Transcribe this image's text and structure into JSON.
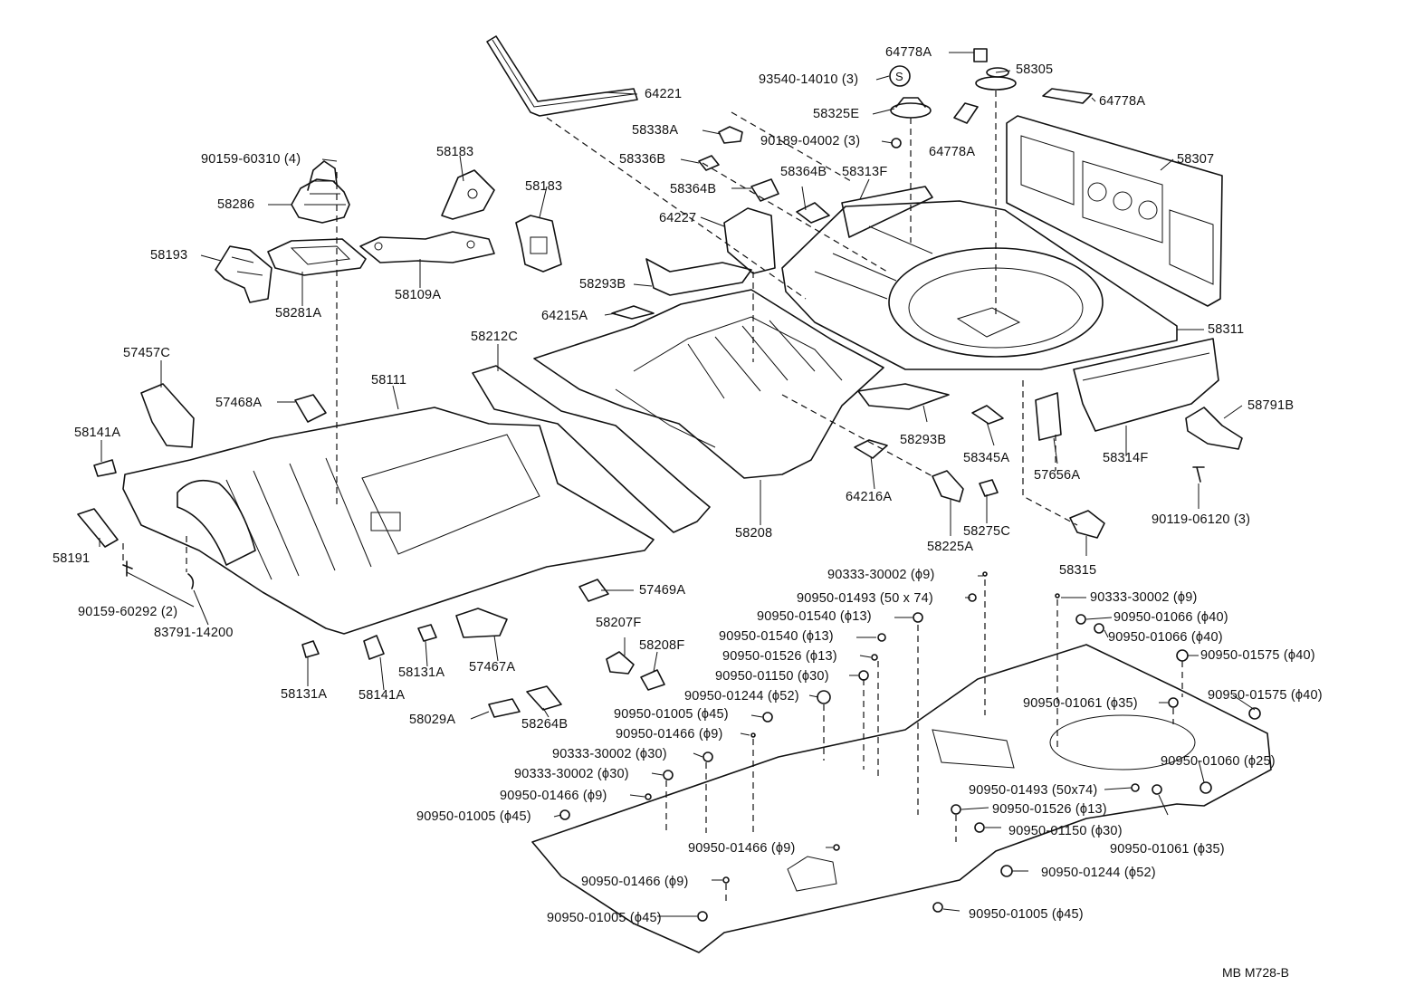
{
  "diagram_code": "MB M728-B",
  "labels": [
    "64778A",
    "58305",
    "93540-14010 (3)",
    "64778A",
    "64221",
    "58325E",
    "64778A",
    "58338A",
    "90189-04002 (3)",
    "58336B",
    "58364B",
    "58313F",
    "58307",
    "58364B",
    "90159-60310 (4)",
    "58183",
    "58286",
    "58183",
    "64227",
    "58293B",
    "58193",
    "58281A",
    "58109A",
    "64215A",
    "58311",
    "58212C",
    "57457C",
    "58111",
    "57468A",
    "58791B",
    "58293B",
    "58345A",
    "58141A",
    "58314F",
    "57656A",
    "64216A",
    "58208",
    "58225A",
    "58275C",
    "90119-06120 (3)",
    "58191",
    "90159-60292 (2)",
    "83791-14200",
    "58315",
    "57469A",
    "90333-30002 (ϕ9)",
    "90950-01493 (50 x 74)",
    "90333-30002 (ϕ9)",
    "58207F",
    "90950-01540 (ϕ13)",
    "90950-01066 (ϕ40)",
    "58208F",
    "90950-01540 (ϕ13)",
    "90950-01066 (ϕ40)",
    "90950-01575 (ϕ40)",
    "57467A",
    "58131A",
    "90950-01526 (ϕ13)",
    "58131A",
    "58141A",
    "90950-01150 (ϕ30)",
    "90950-01575 (ϕ40)",
    "90950-01244 (ϕ52)",
    "90950-01061 (ϕ35)",
    "58029A",
    "58264B",
    "90950-01005 (ϕ45)",
    "90950-01466 (ϕ9)",
    "90950-01060 (ϕ25)",
    "90333-30002 (ϕ30)",
    "90333-30002 (ϕ30)",
    "90950-01493 (50x74)",
    "90950-01466 (ϕ9)",
    "90950-01526 (ϕ13)",
    "90950-01005 (ϕ45)",
    "90950-01150 (ϕ30)",
    "90950-01061 (ϕ35)",
    "90950-01466 (ϕ9)",
    "90950-01466 (ϕ9)",
    "90950-01244 (ϕ52)",
    "90950-01005 (ϕ45)",
    "90950-01005 (ϕ45)"
  ]
}
